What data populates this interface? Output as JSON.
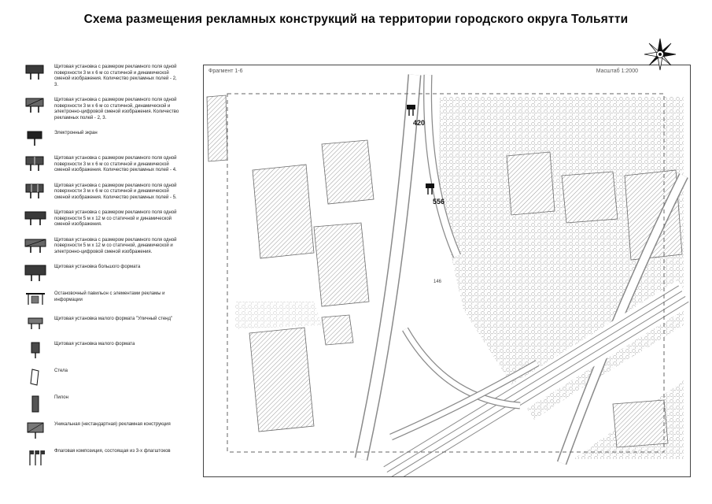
{
  "page": {
    "title": "Схема размещения рекламных конструкций на территории городского округа Тольятти"
  },
  "map": {
    "fragment_label": "Фрагмент 1-6",
    "scale_label": "Масштаб 1:2000",
    "markers": [
      {
        "id": "420"
      },
      {
        "id": "556"
      }
    ],
    "minor_label": "146",
    "line_color": "#8a8a8a",
    "hatch_color": "#9a9a9a"
  },
  "legend": {
    "items": [
      {
        "icon": "billboard-2-3-static-icon",
        "label": "Щитовая установка с размером рекламного поля одной поверхности 3 м х 6 м со статичной и динамической сменой изображения. Количество рекламных полей - 2, 3."
      },
      {
        "icon": "billboard-2-3-digital-icon",
        "label": "Щитовая установка с размером рекламного поля одной поверхности 3 м х 6 м со статичной, динамической и электронно-цифровой сменой изображения. Количество рекламных полей - 2, 3."
      },
      {
        "icon": "electronic-screen-icon",
        "label": "Электронный экран"
      },
      {
        "icon": "billboard-4-icon",
        "label": "Щитовая установка с размером рекламного поля одной поверхности 3 м х 6 м со статичной и динамической сменой изображения. Количество рекламных полей - 4."
      },
      {
        "icon": "billboard-5-icon",
        "label": "Щитовая установка с размером рекламного поля одной поверхности 3 м х 6 м со статичной и динамической сменой изображения. Количество рекламных полей - 5."
      },
      {
        "icon": "billboard-5x12-static-icon",
        "label": "Щитовая установка с размером рекламного поля одной поверхности 5 м х 12 м со статичной и динамической сменой изображения."
      },
      {
        "icon": "billboard-5x12-digital-icon",
        "label": "Щитовая установка с размером рекламного поля одной поверхности 5 м х 12 м со статичной, динамической и электронно-цифровой сменой изображения."
      },
      {
        "icon": "large-format-billboard-icon",
        "label": "Щитовая установка большого формата"
      },
      {
        "icon": "bus-shelter-icon",
        "label": "Остановочный павильон с элементами рекламы и информации"
      },
      {
        "icon": "street-stand-icon",
        "label": "Щитовая установка малого формата \"Уличный стенд\""
      },
      {
        "icon": "small-format-icon",
        "label": "Щитовая установка малого формата"
      },
      {
        "icon": "stela-icon",
        "label": "Стела"
      },
      {
        "icon": "pylon-icon",
        "label": "Пилон"
      },
      {
        "icon": "unique-construction-icon",
        "label": "Уникальная (нестандартная) рекламная конструкция"
      },
      {
        "icon": "flag-composition-icon",
        "label": "Флаговая композиция, состоящая из 3-х флагштоков"
      }
    ]
  }
}
